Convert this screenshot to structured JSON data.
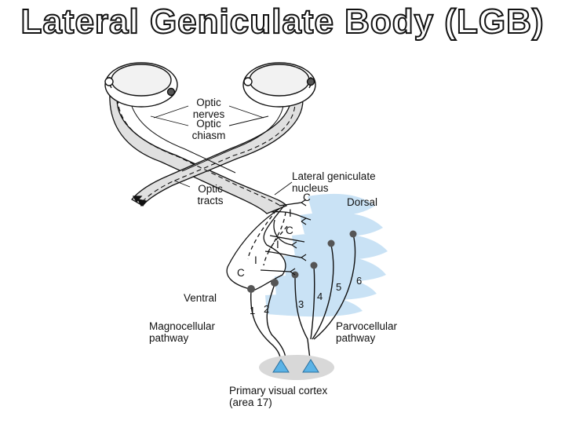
{
  "title": "Lateral Geniculate Body (LGB)",
  "labels": {
    "optic_nerves_1": "Optic",
    "optic_nerves_2": "nerves",
    "optic_chiasm_1": "Optic",
    "optic_chiasm_2": "chiasm",
    "optic_tracts_1": "Optic",
    "optic_tracts_2": "tracts",
    "lgn_1": "Lateral geniculate",
    "lgn_2": "nucleus",
    "dorsal": "Dorsal",
    "ventral": "Ventral",
    "magno_1": "Magnocellular",
    "magno_2": "pathway",
    "parvo_1": "Parvocellular",
    "parvo_2": "pathway",
    "cortex_1": "Primary visual cortex",
    "cortex_2": "(area 17)"
  },
  "eye_letters": [
    "C",
    "I",
    "C",
    "I",
    "I",
    "C"
  ],
  "layers": [
    "1",
    "2",
    "3",
    "4",
    "5",
    "6"
  ],
  "colors": {
    "nerve_fill": "#e0e0e0",
    "layer_blue": "#c9e2f5",
    "cortex_blue": "#5bb3e6",
    "cortex_shadow": "#d8d8d8",
    "ink": "#111111"
  }
}
